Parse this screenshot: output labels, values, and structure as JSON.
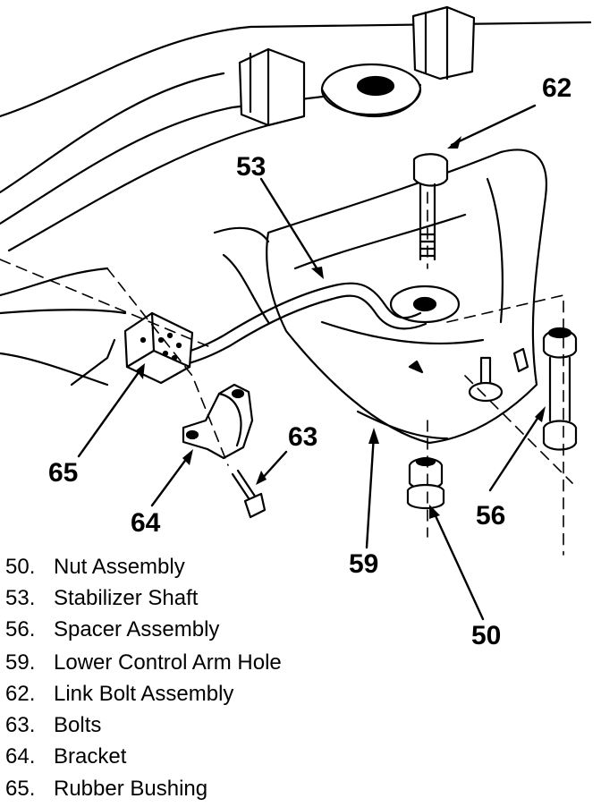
{
  "callouts": [
    {
      "id": "62",
      "label": "62"
    },
    {
      "id": "53",
      "label": "53"
    },
    {
      "id": "63",
      "label": "63"
    },
    {
      "id": "65",
      "label": "65"
    },
    {
      "id": "64",
      "label": "64"
    },
    {
      "id": "56",
      "label": "56"
    },
    {
      "id": "59",
      "label": "59"
    },
    {
      "id": "50",
      "label": "50"
    }
  ],
  "legend": [
    {
      "number": "50.",
      "text": "Nut Assembly"
    },
    {
      "number": "53.",
      "text": "Stabilizer Shaft"
    },
    {
      "number": "56.",
      "text": "Spacer Assembly"
    },
    {
      "number": "59.",
      "text": "Lower Control Arm Hole"
    },
    {
      "number": "62.",
      "text": "Link Bolt Assembly"
    },
    {
      "number": "63.",
      "text": "Bolts"
    },
    {
      "number": "64.",
      "text": "Bracket"
    },
    {
      "number": "65.",
      "text": "Rubber Bushing"
    }
  ]
}
